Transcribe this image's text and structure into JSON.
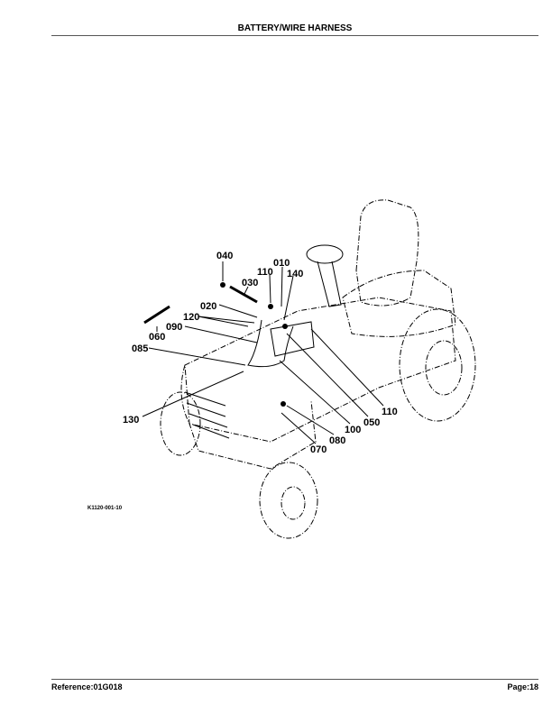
{
  "header": {
    "title": "BATTERY/WIRE HARNESS"
  },
  "diagram": {
    "callouts": [
      "040",
      "010",
      "110",
      "140",
      "030",
      "020",
      "120",
      "090",
      "060",
      "085",
      "130",
      "110",
      "050",
      "100",
      "080",
      "070"
    ],
    "figure_code": "K1120-001-10"
  },
  "footer": {
    "reference": "Reference:01G018",
    "page": "Page:18"
  }
}
